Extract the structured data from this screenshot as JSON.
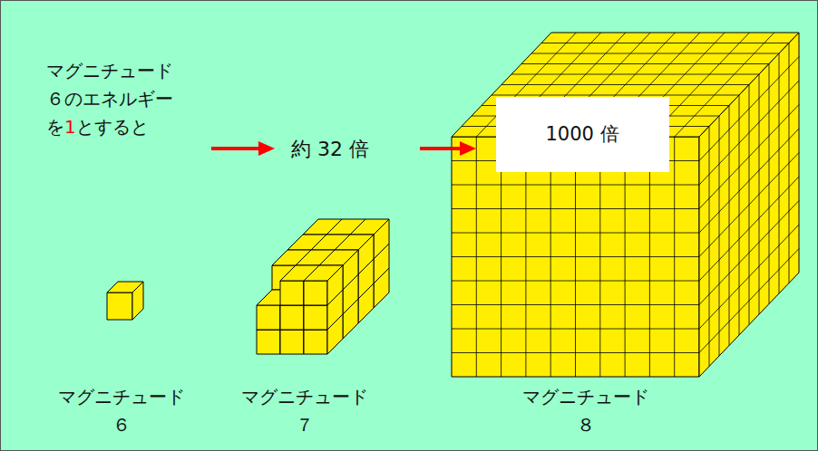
{
  "diagram": {
    "nodes": [
      {
        "text": [
          "1000 倍"
        ]
      }
    ],
    "labels": [
      "マグニチュード ６のエネルギー を",
      "1",
      "とすると",
      "約 32 倍",
      "マグニチュード ６",
      "マグニチュード ７",
      "マグニチュード ８"
    ]
  }
}
